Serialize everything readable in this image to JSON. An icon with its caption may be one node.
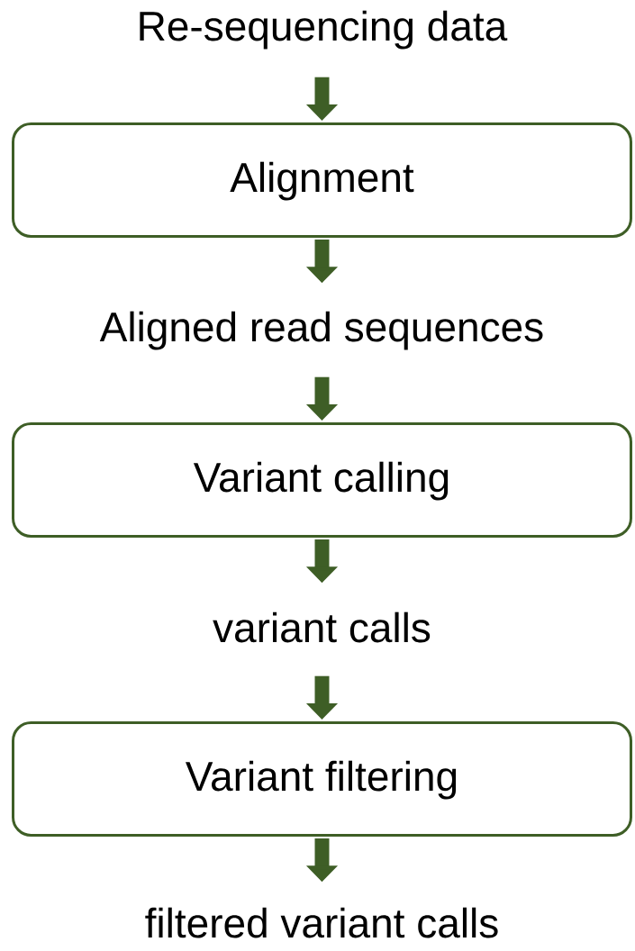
{
  "diagram": {
    "nodes": [
      {
        "text": [
          "Re-sequencing data"
        ]
      },
      {
        "text": [
          "Alignment"
        ]
      },
      {
        "text": [
          "Aligned read sequences"
        ]
      },
      {
        "text": [
          "Variant calling"
        ]
      },
      {
        "text": [
          "variant calls"
        ]
      },
      {
        "text": [
          "Variant filtering"
        ]
      },
      {
        "text": [
          "filtered variant calls"
        ]
      }
    ],
    "edges": [
      {
        "from": 0,
        "to": 1,
        "arrow": "to"
      },
      {
        "from": 1,
        "to": 2,
        "arrow": "to"
      },
      {
        "from": 2,
        "to": 3,
        "arrow": "to"
      },
      {
        "from": 3,
        "to": 4,
        "arrow": "to"
      },
      {
        "from": 4,
        "to": 5,
        "arrow": "to"
      },
      {
        "from": 5,
        "to": 6,
        "arrow": "to"
      }
    ]
  }
}
